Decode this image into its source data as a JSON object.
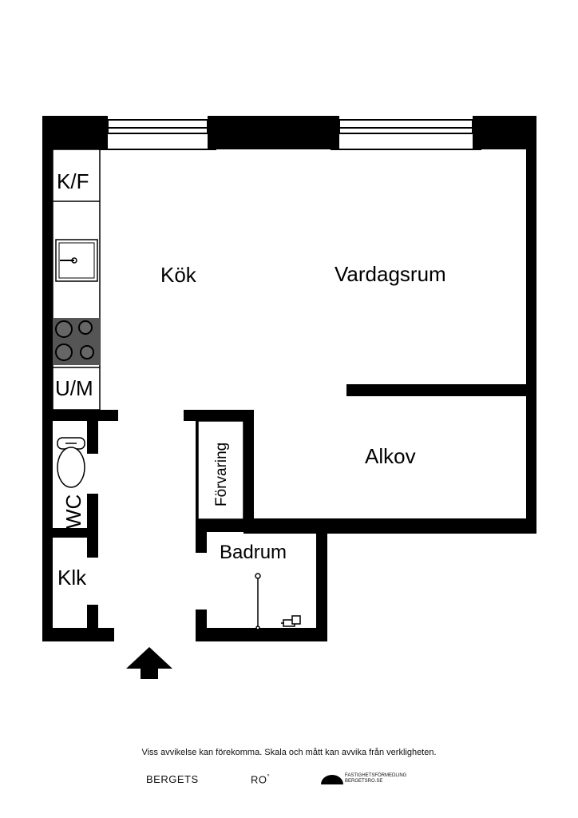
{
  "rooms": {
    "kf": "K/F",
    "kok": "Kök",
    "vardagsrum": "Vardagsrum",
    "um": "U/M",
    "alkov": "Alkov",
    "forvaring": "Förvaring",
    "wc": "WC",
    "badrum": "Badrum",
    "klk": "Klk"
  },
  "footer": {
    "disclaimer": "Viss avvikelse kan förekomma. Skala och mått kan avvika från verkligheten.",
    "brand_left": "BERGETS",
    "brand_mid": "RO",
    "brand_sup": "°",
    "brand_right_line1": "FASTIGHETSFÖRMEDLING",
    "brand_right_line2": "BERGETSRO.SE"
  },
  "colors": {
    "wall": "#000000",
    "appliance_fill": "#555555",
    "background": "#ffffff"
  },
  "icons": [
    "entrance-arrow-icon",
    "sink-icon",
    "stove-icon",
    "toilet-icon",
    "shower-icon",
    "brand-logo-icon"
  ]
}
